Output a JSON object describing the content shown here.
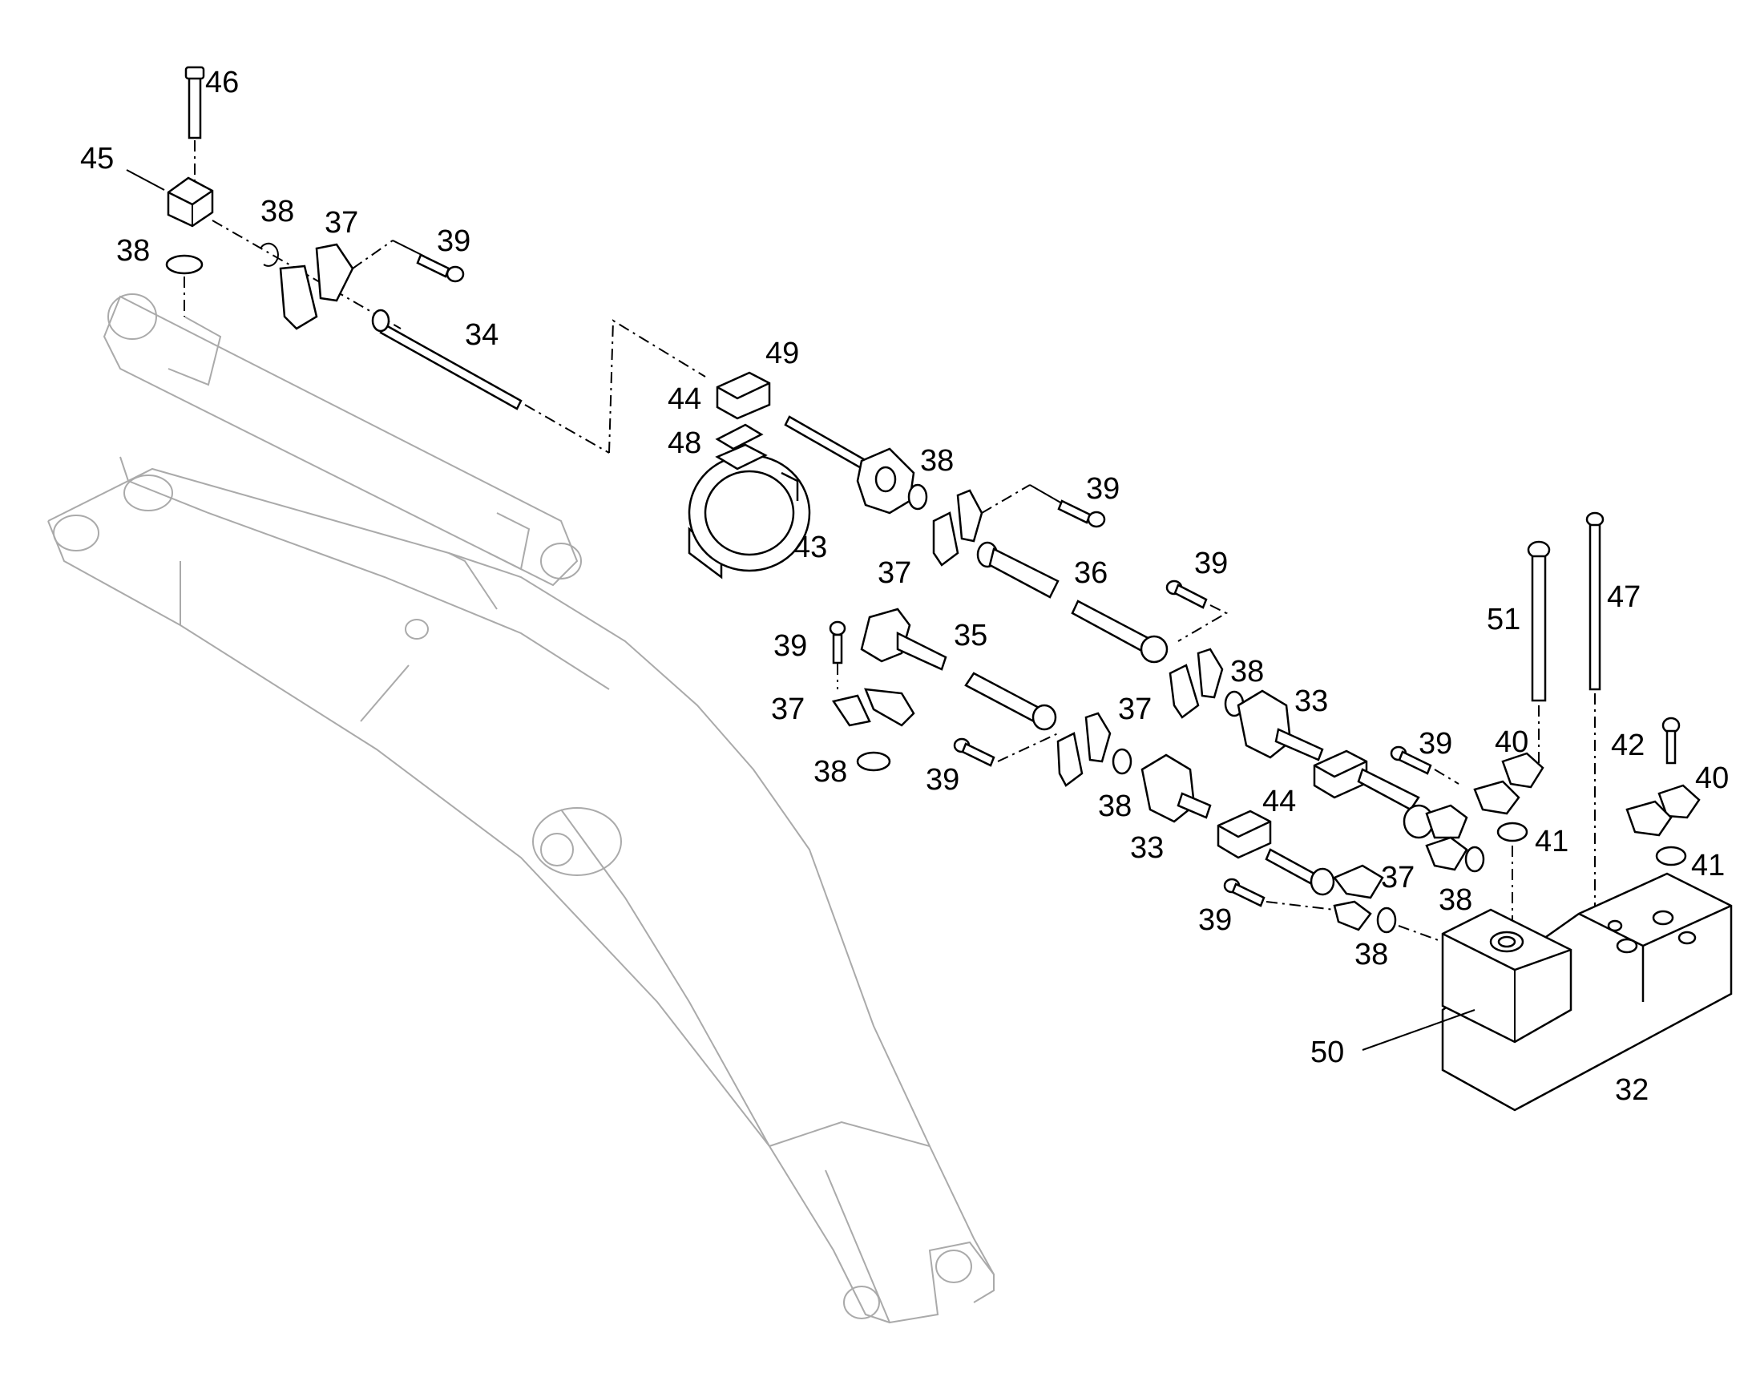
{
  "labels": {
    "l46": "46",
    "l45": "45",
    "l38a": "38",
    "l38b": "38",
    "l37a": "37",
    "l39a": "39",
    "l34": "34",
    "l49": "49",
    "l44a": "44",
    "l48": "48",
    "l38c": "38",
    "l39b": "39",
    "l43": "43",
    "l37b": "37",
    "l36": "36",
    "l39c": "39",
    "l35": "35",
    "l39d": "39",
    "l37c": "37",
    "l38d": "38",
    "l39e": "39",
    "l37d": "37",
    "l38e": "38",
    "l33a": "33",
    "l38f": "38",
    "l33b": "33",
    "l44b": "44",
    "l39f": "39",
    "l40a": "40",
    "l41a": "41",
    "l42": "42",
    "l40b": "40",
    "l41b": "41",
    "l37e": "37",
    "l38g": "38",
    "l39g": "39",
    "l38h": "38",
    "l51": "51",
    "l47": "47",
    "l50": "50",
    "l32": "32"
  }
}
